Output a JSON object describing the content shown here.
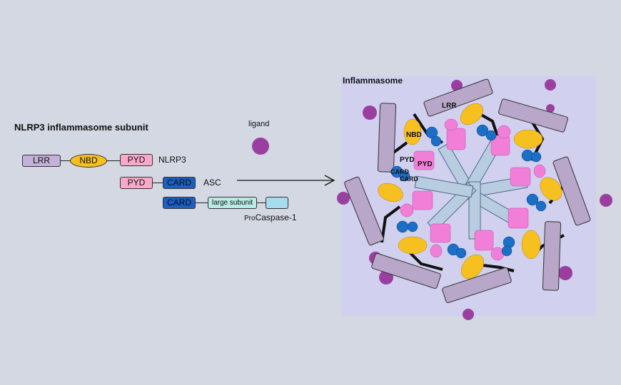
{
  "subunit": {
    "title": "NLRP3 inflammasome subunit",
    "nlrp3_row": {
      "lrr": "LRR",
      "nbd": "NBD",
      "pyd": "PYD",
      "name": "NLRP3"
    },
    "asc_row": {
      "pyd": "PYD",
      "card": "CARD",
      "name": "ASC"
    },
    "caspase_row": {
      "card": "CARD",
      "large": "large subunit",
      "prefix": "Pro",
      "name": "Caspase-1"
    }
  },
  "ligand_label": "ligand",
  "inflammasome": {
    "title": "Inflammasome",
    "labels": {
      "lrr": "LRR",
      "nbd": "NBD",
      "pyd1": "PYD",
      "pyd2": "PYD",
      "card1": "CARD",
      "card2": "CARD"
    }
  },
  "colors": {
    "background": "#d3d8e2",
    "lrr": "#c3b1d9",
    "nbd": "#f6c021",
    "pyd": "#f9aacb",
    "card": "#1b5fc6",
    "ligand": "#9a3f9f",
    "caspase_hub": "#b9cde0",
    "panel": "#d1d0ef"
  }
}
